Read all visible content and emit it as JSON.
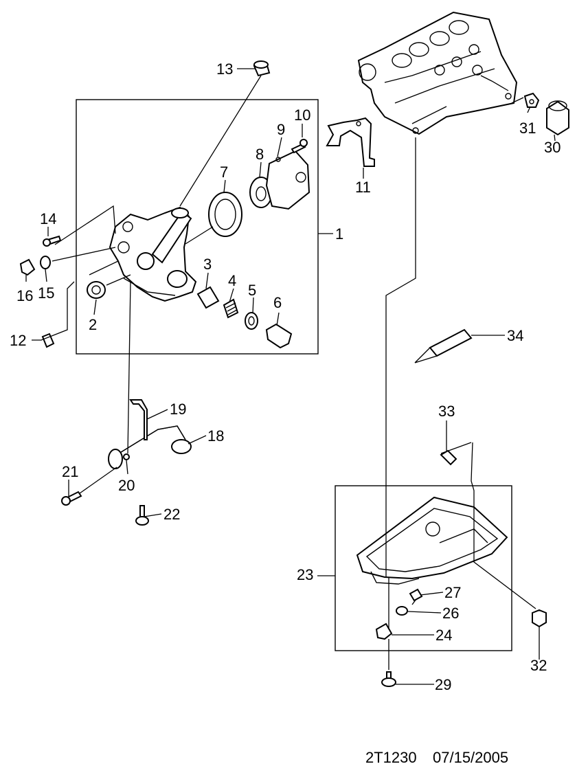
{
  "callouts": {
    "c1": "1",
    "c2": "2",
    "c3": "3",
    "c4": "4",
    "c5": "5",
    "c6": "6",
    "c7": "7",
    "c8": "8",
    "c9": "9",
    "c10": "10",
    "c11": "11",
    "c12": "12",
    "c13": "13",
    "c14": "14",
    "c15": "15",
    "c16": "16",
    "c18": "18",
    "c19": "19",
    "c20": "20",
    "c21": "21",
    "c22": "22",
    "c23": "23",
    "c24": "24",
    "c26": "26",
    "c27": "27",
    "c29": "29",
    "c30": "30",
    "c31": "31",
    "c32": "32",
    "c33": "33",
    "c34": "34"
  },
  "footer": {
    "code": "2T1230",
    "date": "07/15/2005"
  }
}
